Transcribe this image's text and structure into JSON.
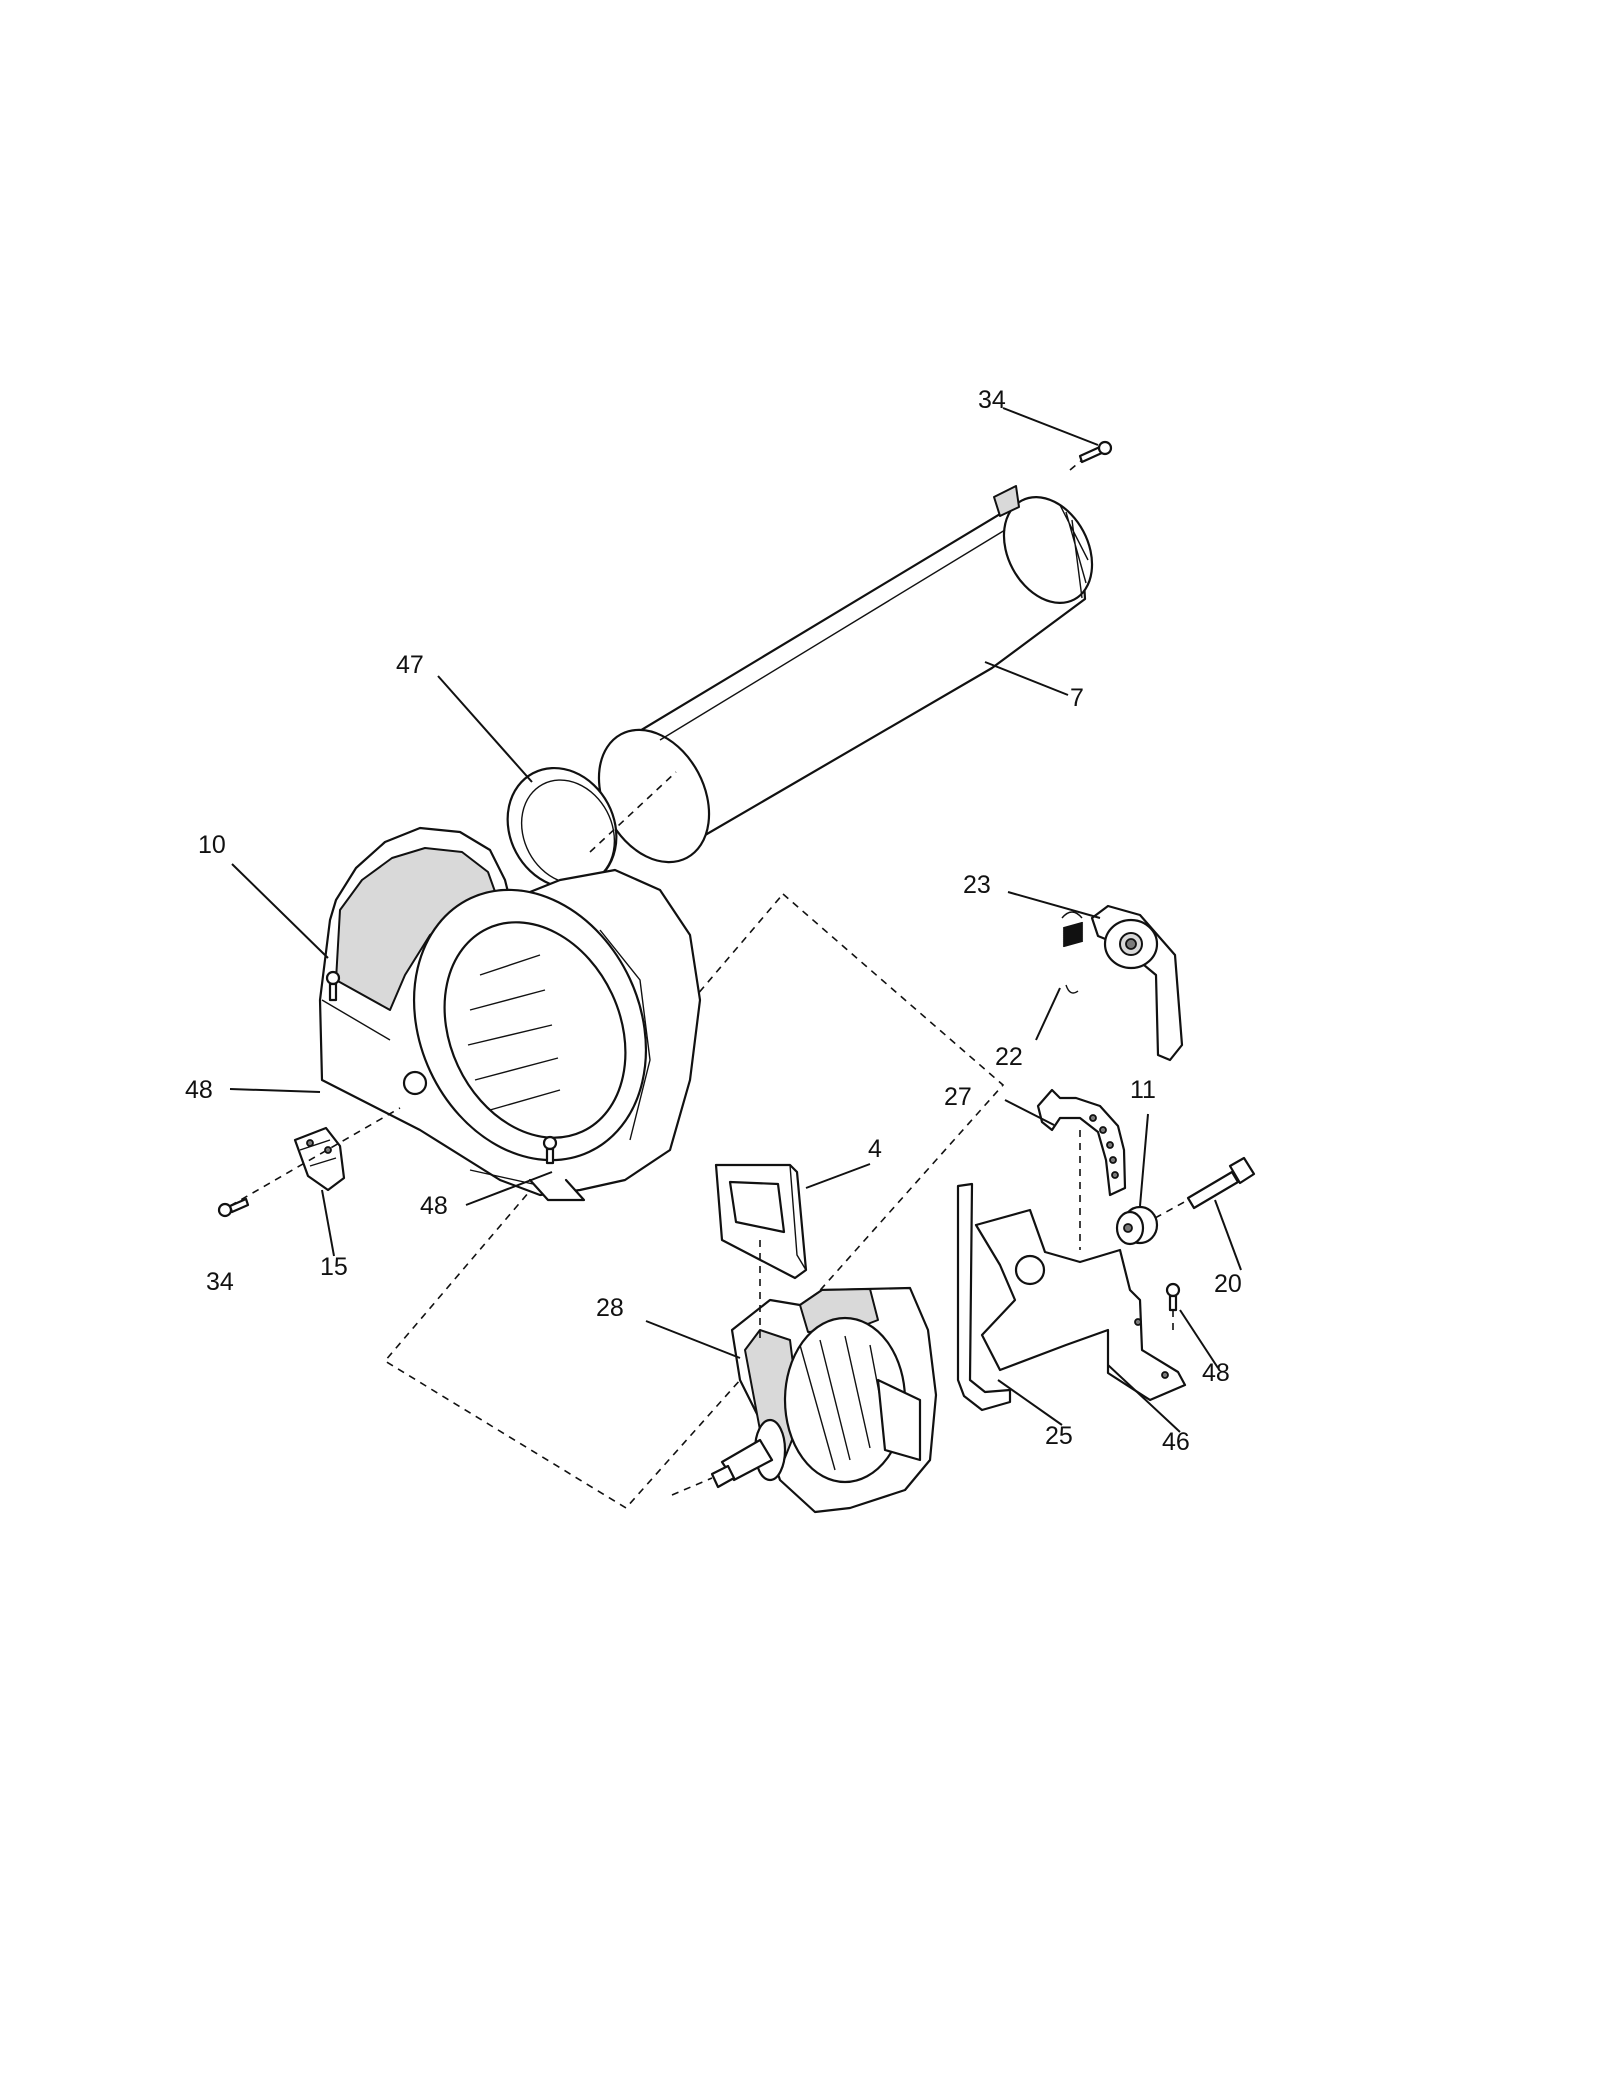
{
  "callouts": [
    {
      "id": "p34_top",
      "label": "34"
    },
    {
      "id": "p47",
      "label": "47"
    },
    {
      "id": "p7",
      "label": "7"
    },
    {
      "id": "p10",
      "label": "10"
    },
    {
      "id": "p23",
      "label": "23"
    },
    {
      "id": "p48_left",
      "label": "48"
    },
    {
      "id": "p22",
      "label": "22"
    },
    {
      "id": "p27",
      "label": "27"
    },
    {
      "id": "p11",
      "label": "11"
    },
    {
      "id": "p4",
      "label": "4"
    },
    {
      "id": "p48_mid",
      "label": "48"
    },
    {
      "id": "p34_bottom",
      "label": "34"
    },
    {
      "id": "p15",
      "label": "15"
    },
    {
      "id": "p20",
      "label": "20"
    },
    {
      "id": "p28",
      "label": "28"
    },
    {
      "id": "p48_right",
      "label": "48"
    },
    {
      "id": "p25",
      "label": "25"
    },
    {
      "id": "p46",
      "label": "46"
    }
  ]
}
